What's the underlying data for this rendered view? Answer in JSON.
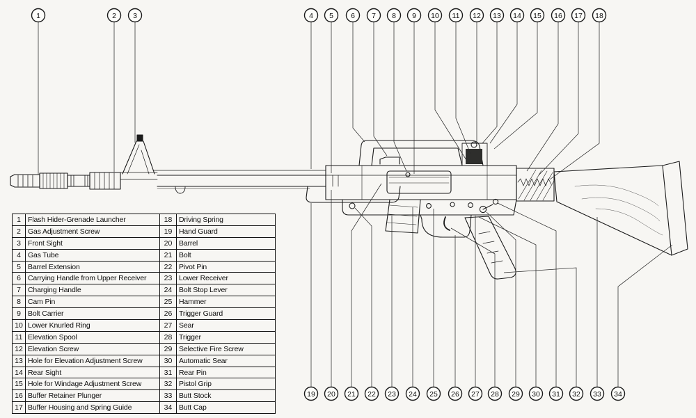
{
  "page": {
    "background": "#f7f6f3",
    "ink": "#1b1b1b",
    "leader_line_color": "#2b2b2b"
  },
  "diagram": {
    "subject": "rifle-exploded-parts-diagram",
    "callout_count": 34
  },
  "parts": [
    {
      "num": "1",
      "name": "Flash Hider-Grenade Launcher"
    },
    {
      "num": "2",
      "name": "Gas Adjustment Screw"
    },
    {
      "num": "3",
      "name": "Front Sight"
    },
    {
      "num": "4",
      "name": "Gas Tube"
    },
    {
      "num": "5",
      "name": "Barrel Extension"
    },
    {
      "num": "6",
      "name": "Carrying Handle from Upper Receiver"
    },
    {
      "num": "7",
      "name": "Charging Handle"
    },
    {
      "num": "8",
      "name": "Cam Pin"
    },
    {
      "num": "9",
      "name": "Bolt Carrier"
    },
    {
      "num": "10",
      "name": "Lower Knurled Ring"
    },
    {
      "num": "11",
      "name": "Elevation Spool"
    },
    {
      "num": "12",
      "name": "Elevation Screw"
    },
    {
      "num": "13",
      "name": "Hole for Elevation Adjustment Screw"
    },
    {
      "num": "14",
      "name": "Rear Sight"
    },
    {
      "num": "15",
      "name": "Hole for Windage Adjustment Screw"
    },
    {
      "num": "16",
      "name": "Buffer Retainer Plunger"
    },
    {
      "num": "17",
      "name": "Buffer Housing and Spring Guide"
    },
    {
      "num": "18",
      "name": "Driving Spring"
    },
    {
      "num": "19",
      "name": "Hand Guard"
    },
    {
      "num": "20",
      "name": "Barrel"
    },
    {
      "num": "21",
      "name": "Bolt"
    },
    {
      "num": "22",
      "name": "Pivot Pin"
    },
    {
      "num": "23",
      "name": "Lower Receiver"
    },
    {
      "num": "24",
      "name": "Bolt Stop Lever"
    },
    {
      "num": "25",
      "name": "Hammer"
    },
    {
      "num": "26",
      "name": "Trigger Guard"
    },
    {
      "num": "27",
      "name": "Sear"
    },
    {
      "num": "28",
      "name": "Trigger"
    },
    {
      "num": "29",
      "name": "Selective Fire Screw"
    },
    {
      "num": "30",
      "name": "Automatic Sear"
    },
    {
      "num": "31",
      "name": "Rear Pin"
    },
    {
      "num": "32",
      "name": "Pistol Grip"
    },
    {
      "num": "33",
      "name": "Butt Stock"
    },
    {
      "num": "34",
      "name": "Butt Cap"
    }
  ]
}
